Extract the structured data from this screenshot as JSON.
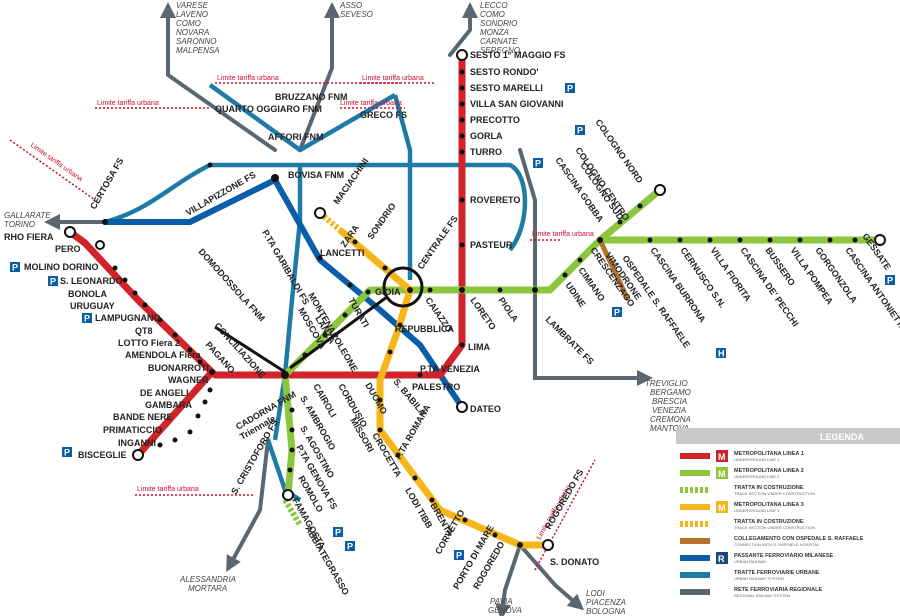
{
  "colors": {
    "red": "#d2232a",
    "green": "#8cc63f",
    "yellow": "#f6b61b",
    "blue": "#0a5ea8",
    "teal": "#1e7ba5",
    "grey": "#5a6770",
    "brown": "#b5722a",
    "legend_bar": "#c9c9c9"
  },
  "destinations": {
    "nw": [
      "VARESE",
      "LAVENO",
      "COMO",
      "NOVARA",
      "SARONNO",
      "MALPENSA"
    ],
    "asso": [
      "ASSO",
      "SEVESO"
    ],
    "lecco": [
      "LECCO",
      "COMO",
      "SONDRIO",
      "MONZA",
      "CARNATE",
      "SEREGNO"
    ],
    "gallarate": [
      "GALLARATE",
      "TORINO"
    ],
    "treviglio": [
      "TREVIGLIO",
      "BERGAMO",
      "BRESCIA",
      "VENEZIA",
      "CREMONA",
      "MANTOVA"
    ],
    "alessandria": [
      "ALESSANDRIA",
      "MORTARA"
    ],
    "pavia": [
      "PAVIA",
      "GENOVA"
    ],
    "lodi": [
      "LODI",
      "PIACENZA",
      "BOLOGNA"
    ]
  },
  "limit_label": "Limite tariffa urbana",
  "stations": {
    "rho": "RHO FIERA",
    "pero": "PERO",
    "molino": "MOLINO DORINO",
    "sleonardo": "S. LEONARDO",
    "bonola": "BONOLA",
    "uruguay": "URUGUAY",
    "lampugnano": "LAMPUGNANO",
    "qt8": "QT8",
    "lotto": "LOTTO Fiera 2",
    "amendola": "AMENDOLA Fiera",
    "buonarroti": "BUONARROTI",
    "wagner": "WAGNER",
    "deangeli": "DE ANGELI",
    "gambara": "GAMBARA",
    "bandenere": "BANDE NERE",
    "primaticcio": "PRIMATICCIO",
    "inganni": "INGANNI",
    "bisceglie": "BISCEGLIE",
    "pagano": "PAGANO",
    "conciliazione": "CONCILIAZIONE",
    "cairoli": "CAIROLI",
    "cordusio": "CORDUSIO",
    "duomo": "DUOMO",
    "sbabila": "S. BABILA",
    "palestro": "PALESTRO",
    "ptavenezia": "P.TA VENEZIA",
    "lima": "LIMA",
    "loreto": "LORETO",
    "pasteur": "PASTEUR",
    "rovereto": "ROVERETO",
    "turro": "TURRO",
    "gorla": "GORLA",
    "precotto": "PRECOTTO",
    "villasg": "VILLA SAN GIOVANNI",
    "sestomarelli": "SESTO MARELLI",
    "sestorondo": "SESTO RONDO'",
    "sestoprimo": "SESTO 1° MAGGIO FS",
    "cadorna": "CADORNA FNM",
    "triennale": "Triennale",
    "sambrogio": "S. AMBROGIO",
    "sagostino": "S. AGOSTINO",
    "ptagenova": "P.TA GENOVA FS",
    "romolo": "ROMOLO",
    "famagosta": "FAMAGOSTA",
    "abbiategrasso": "ABBIATEGRASSO",
    "lanza": "LANZA",
    "moscova": "MOSCOVA",
    "garibaldi": "P.TA GARIBALDI FS",
    "gioia": "GIOIA",
    "centrale": "CENTRALE FS",
    "caiazzo": "CAIAZZO",
    "piola": "PIOLA",
    "lambrate": "LAMBRATE FS",
    "udine": "UDINE",
    "cimiano": "CIMIANO",
    "crescenzago": "CRESCENZAGO",
    "cascinagobba": "CASCINA GOBBA",
    "cologno_sud": "COLOGNO SUD",
    "cologno_centro": "COLOGNO CENTRO",
    "cologno_nord": "COLOGNO NORD",
    "vimodrone": "VIMODRONE",
    "cascinaburrona": "CASCINA BURRONA",
    "cernusco": "CERNUSCO S.N.",
    "villafiorita": "VILLA FIORITA",
    "cascinadepecchi": "CASCINA DE' PECCHI",
    "bussero": "BUSSERO",
    "villapompea": "VILLA POMPEA",
    "gorgonzola": "GORGONZOLA",
    "cascinaantonietta": "CASCINA ANTONIETTA",
    "gessate": "GESSATE",
    "ospedale": "OSPEDALE S. RAFFAELE",
    "missori": "MISSORI",
    "crocetta": "CROCETTA",
    "ptaromana": "P.TA ROMANA",
    "loditibb": "LODI TIBB",
    "brenta": "BRENTA",
    "corvetto": "CORVETTO",
    "portadimare": "PORTO DI MARE",
    "rogoredo": "ROGOREDO",
    "sdonato": "S. DONATO",
    "rogoredofs": "ROGOREDO FS",
    "repubblica": "REPUBBLICA",
    "turati": "TURATI",
    "montenapoleone": "MONTENAPOLEONE",
    "sondrio": "SONDRIO",
    "zara": "ZARA",
    "maciachini": "MACIACHINI",
    "bovisa": "BOVISA FNM",
    "lancetti": "LANCETTI",
    "villapizzone": "VILLAPIZZONE FS",
    "certosa": "CERTOSA FS",
    "domodossola": "DOMODOSSOLA FNM",
    "dateo": "DATEO",
    "sistoforo": "S. CRISTOFORO FS",
    "quartooggiaro": "QUARTO OGGIARO FNM",
    "affori": "AFFORI FNM",
    "bruzzano": "BRUZZANO FNM",
    "greco": "GRECO FS"
  },
  "legend": {
    "title": "LEGENDA",
    "items": [
      {
        "label": "METROPOLITANA LINEA 1",
        "sub": "UNDERGROUND LINE 1",
        "color": "#d2232a",
        "style": "solid",
        "badge": "M"
      },
      {
        "label": "METROPOLITANA LINEA 2",
        "sub": "UNDERGROUND LINE 2",
        "color": "#8cc63f",
        "style": "solid",
        "badge": "M"
      },
      {
        "label": "TRATTA IN COSTRUZIONE",
        "sub": "TRACK SECTION UNDER CONSTRUCTION",
        "color": "#8cc63f",
        "style": "dash",
        "badge": ""
      },
      {
        "label": "METROPOLITANA LINEA 3",
        "sub": "UNDERGROUND LINE 3",
        "color": "#f6b61b",
        "style": "solid",
        "badge": "M"
      },
      {
        "label": "TRATTA IN COSTRUZIONE",
        "sub": "TRACK SECTION UNDER CONSTRUCTION",
        "color": "#f6b61b",
        "style": "dash",
        "badge": ""
      },
      {
        "label": "COLLEGAMENTO CON OSPEDALE S. RAFFAELE",
        "sub": "CONNECTION WITH S. RAFFAELE HOSPITAL",
        "color": "#b5722a",
        "style": "solid",
        "badge": ""
      },
      {
        "label": "PASSANTE FERROVIARIO MILANESE",
        "sub": "URBAN RAILWAY",
        "color": "#0a5ea8",
        "style": "solid",
        "badge": "R"
      },
      {
        "label": "TRATTE FERROVIARIE URBANE",
        "sub": "URBAN RAILWAY SYSTEM",
        "color": "#1e7ba5",
        "style": "solid",
        "badge": ""
      },
      {
        "label": "RETE FERROVIARIA REGIONALE",
        "sub": "REGIONAL RAILWAY SYSTEM",
        "color": "#5a6770",
        "style": "solid",
        "badge": ""
      }
    ]
  }
}
